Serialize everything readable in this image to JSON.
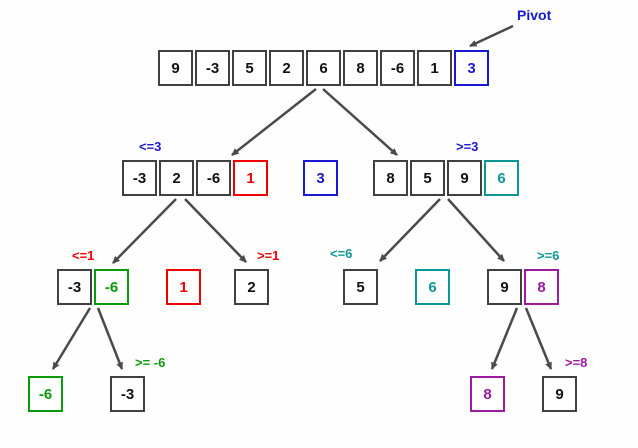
{
  "title": "Quicksort partition tree diagram",
  "colors": {
    "blue": "#1a1acd",
    "red": "#f20000",
    "green": "#0a9a0a",
    "teal": "#0e9696",
    "purple": "#9c1b9e",
    "box_border": "#404040",
    "arrow": "#4a4a4a"
  },
  "pivot": {
    "label": "Pivot"
  },
  "labels": {
    "le3": "<=3",
    "ge3": ">=3",
    "le1": "<=1",
    "ge1": ">=1",
    "le6": "<=6",
    "ge6": ">=6",
    "ge_neg6": ">= -6",
    "ge8": ">=8"
  },
  "arrays": {
    "root": {
      "cells": [
        {
          "v": "9"
        },
        {
          "v": "-3"
        },
        {
          "v": "5"
        },
        {
          "v": "2"
        },
        {
          "v": "6"
        },
        {
          "v": "8"
        },
        {
          "v": "-6"
        },
        {
          "v": "1"
        },
        {
          "v": "3",
          "hl": "blue"
        }
      ]
    },
    "left": {
      "cells": [
        {
          "v": "-3"
        },
        {
          "v": "2"
        },
        {
          "v": "-6"
        },
        {
          "v": "1",
          "hl": "red"
        }
      ]
    },
    "pivot3": {
      "cells": [
        {
          "v": "3",
          "hl": "blue"
        }
      ]
    },
    "right": {
      "cells": [
        {
          "v": "8"
        },
        {
          "v": "5"
        },
        {
          "v": "9"
        },
        {
          "v": "6",
          "hl": "teal"
        }
      ]
    },
    "ll": {
      "cells": [
        {
          "v": "-3"
        },
        {
          "v": "-6",
          "hl": "green"
        }
      ]
    },
    "pivot1": {
      "cells": [
        {
          "v": "1",
          "hl": "red"
        }
      ]
    },
    "lr": {
      "cells": [
        {
          "v": "2"
        }
      ]
    },
    "rl": {
      "cells": [
        {
          "v": "5"
        }
      ]
    },
    "pivot6": {
      "cells": [
        {
          "v": "6",
          "hl": "teal"
        }
      ]
    },
    "rr": {
      "cells": [
        {
          "v": "9"
        },
        {
          "v": "8",
          "hl": "purple"
        }
      ]
    },
    "lll": {
      "cells": [
        {
          "v": "-6",
          "hl": "green"
        }
      ]
    },
    "llr": {
      "cells": [
        {
          "v": "-3"
        }
      ]
    },
    "rrl": {
      "cells": [
        {
          "v": "8",
          "hl": "purple"
        }
      ]
    },
    "rrr": {
      "cells": [
        {
          "v": "9"
        }
      ]
    }
  }
}
